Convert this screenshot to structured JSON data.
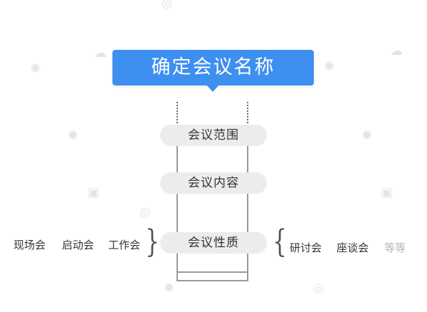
{
  "title": "确定会议名称",
  "tags": [
    "会议范围",
    "会议内容",
    "会议性质"
  ],
  "left_items": [
    "现场会",
    "启动会",
    "工作会"
  ],
  "right_items": [
    "研讨会",
    "座谈会",
    "等等"
  ],
  "colors": {
    "title_bg": "#3d8ff0",
    "tag_bg": "#ececec",
    "text": "#333333",
    "muted_text": "#b5b5b5"
  }
}
